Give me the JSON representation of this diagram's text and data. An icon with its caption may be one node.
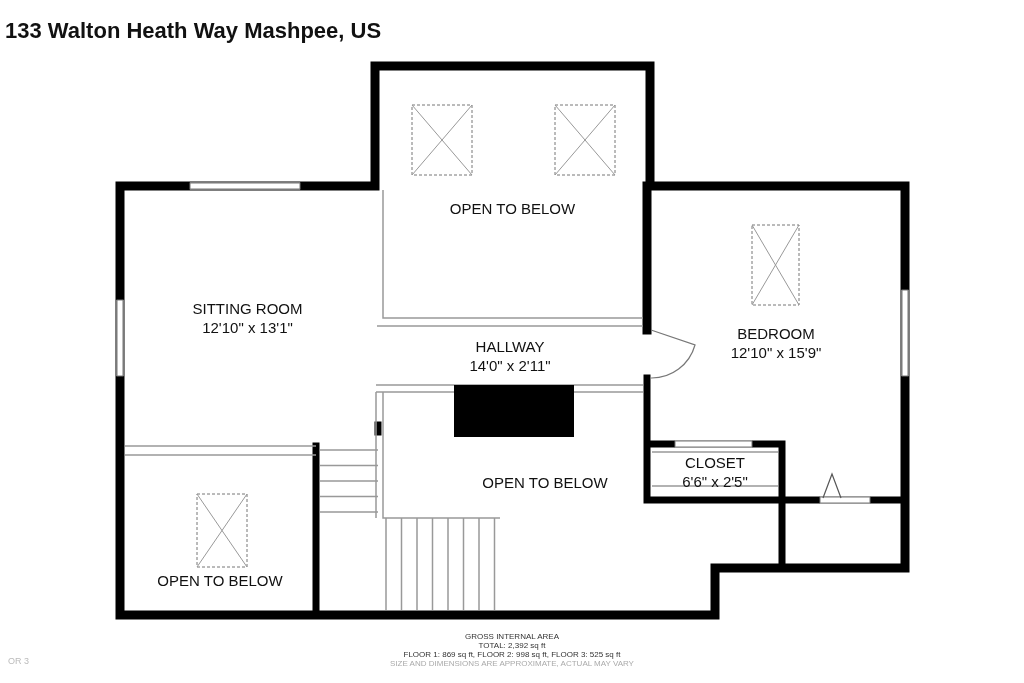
{
  "diagram": {
    "title": "133 Walton Heath Way Mashpee, US",
    "nodes": [
      {
        "text": [
          "OPEN TO BELOW"
        ]
      },
      {
        "text": [
          "SITTING ROOM",
          "12'10\" x 13'1\""
        ]
      },
      {
        "text": [
          "HALLWAY",
          "14'0\" x 2'11\""
        ]
      },
      {
        "text": [
          "BEDROOM",
          "12'10\" x 15'9\""
        ]
      },
      {
        "text": [
          "OPEN TO BELOW"
        ]
      },
      {
        "text": [
          "CLOSET",
          "6'6\" x 2'5\""
        ]
      },
      {
        "text": [
          "OPEN TO BELOW"
        ]
      }
    ],
    "edges": [],
    "labels": [
      "GROSS INTERNAL AREA",
      "TOTAL: 2,392 sq ft",
      "FLOOR 1: 869 sq ft, FLOOR 2: 998 sq ft, FLOOR 3: 525 sq ft",
      "SIZE AND DIMENSIONS ARE APPROXIMATE, ACTUAL MAY VARY",
      "OR 3"
    ]
  }
}
